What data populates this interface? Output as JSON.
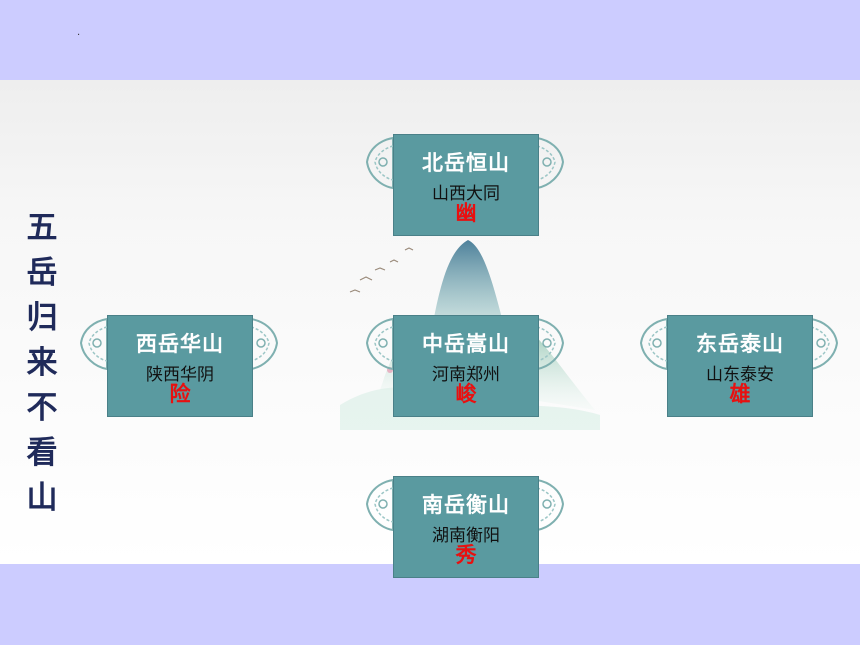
{
  "header": {
    "mark": "."
  },
  "title": {
    "lines": [
      "五",
      "岳",
      "归",
      "来",
      "不",
      "看",
      "山"
    ]
  },
  "mountains": {
    "north": {
      "name": "北岳恒山",
      "location": "山西大同",
      "trait": "幽"
    },
    "west": {
      "name": "西岳华山",
      "location": "陕西华阴",
      "trait": "险"
    },
    "center": {
      "name": "中岳嵩山",
      "location": "河南郑州",
      "trait": "峻"
    },
    "east": {
      "name": "东岳泰山",
      "location": "山东泰安",
      "trait": "雄"
    },
    "south": {
      "name": "南岳衡山",
      "location": "湖南衡阳",
      "trait": "秀"
    }
  },
  "colors": {
    "band": "#ccccff",
    "card": "#5a9aa0",
    "trait": "#e81010",
    "title": "#1f2a5a"
  },
  "icons": {
    "ornament": "lace-ornament-icon",
    "landscape": "ink-mountain-landscape-icon"
  }
}
